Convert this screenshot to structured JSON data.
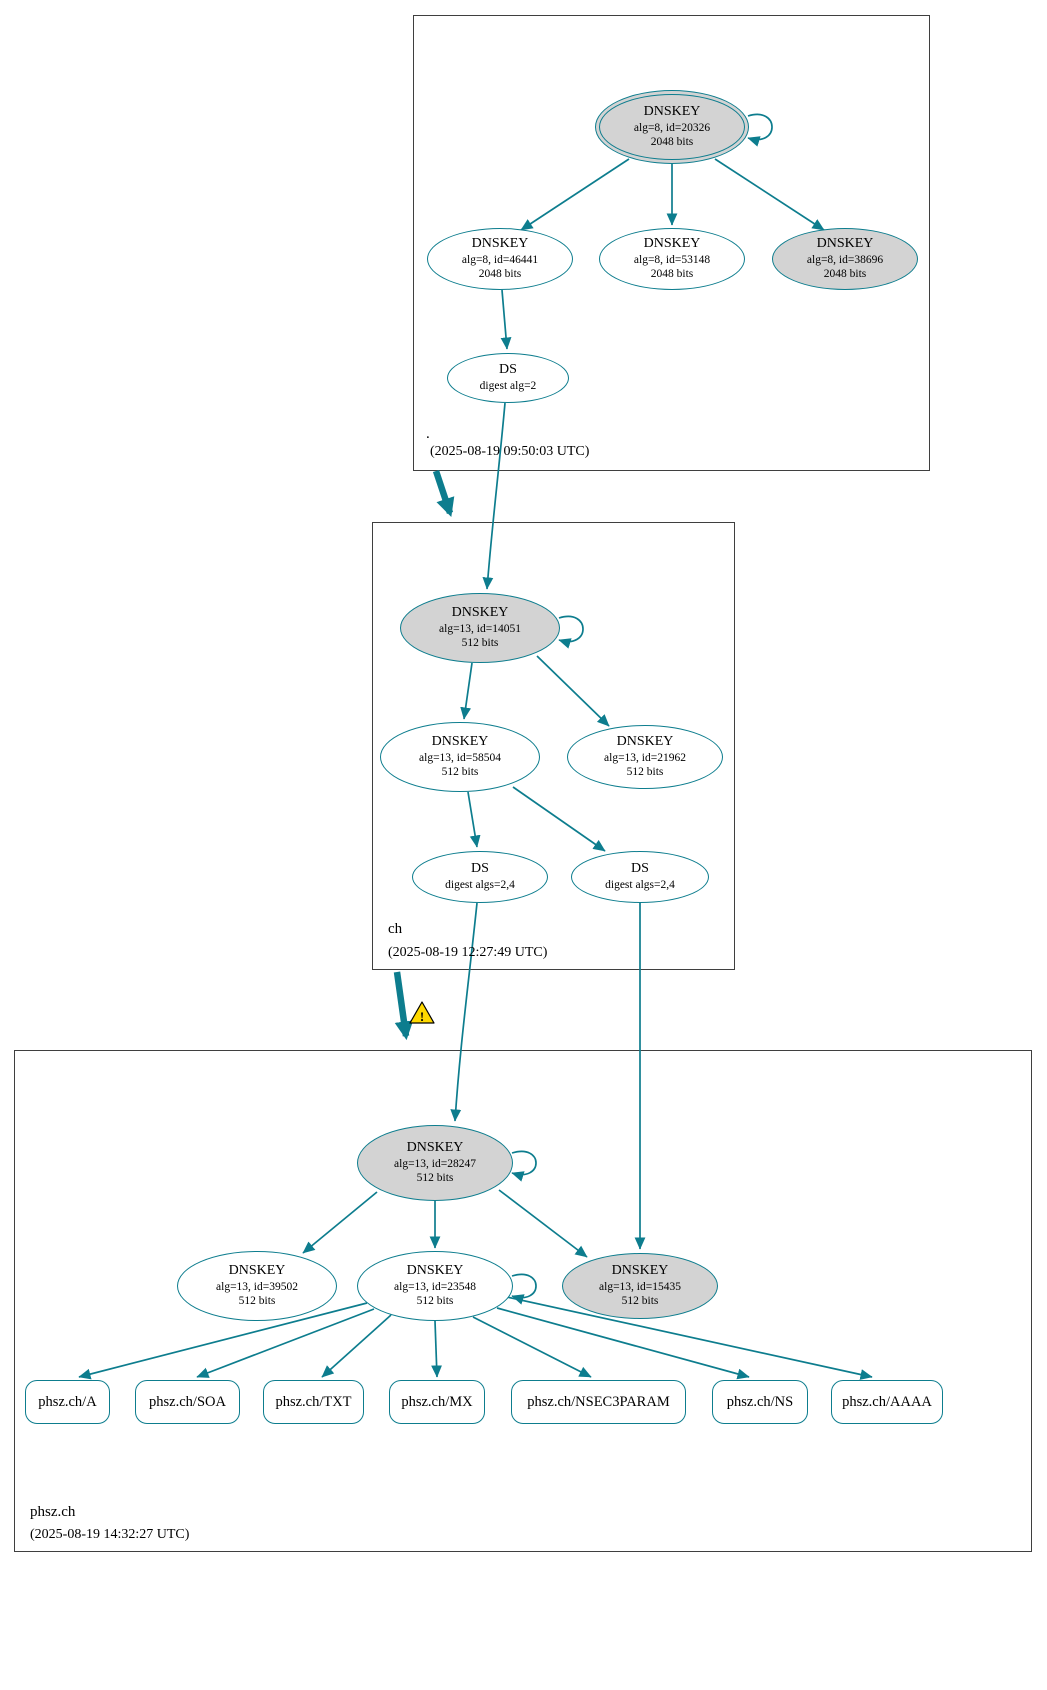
{
  "colors": {
    "edge": "#0d7d8e",
    "sep_key_fill": "#d3d3d3",
    "node_fill": "#ffffff",
    "warning_fill": "#ffd900",
    "zone_border": "#3f3f3f"
  },
  "warning": {
    "mark": "!"
  },
  "zones": [
    {
      "label": ".",
      "timestamp": "(2025-08-19 09:50:03 UTC)",
      "keys": [
        {
          "title": "DNSKEY",
          "meta": "alg=8, id=20326",
          "bits": "2048 bits"
        },
        {
          "title": "DNSKEY",
          "meta": "alg=8, id=46441",
          "bits": "2048 bits"
        },
        {
          "title": "DNSKEY",
          "meta": "alg=8, id=53148",
          "bits": "2048 bits"
        },
        {
          "title": "DNSKEY",
          "meta": "alg=8, id=38696",
          "bits": "2048 bits"
        }
      ],
      "ds": [
        {
          "title": "DS",
          "meta": "digest alg=2"
        }
      ]
    },
    {
      "label": "ch",
      "timestamp": "(2025-08-19 12:27:49 UTC)",
      "keys": [
        {
          "title": "DNSKEY",
          "meta": "alg=13, id=14051",
          "bits": "512 bits"
        },
        {
          "title": "DNSKEY",
          "meta": "alg=13, id=58504",
          "bits": "512 bits"
        },
        {
          "title": "DNSKEY",
          "meta": "alg=13, id=21962",
          "bits": "512 bits"
        }
      ],
      "ds": [
        {
          "title": "DS",
          "meta": "digest algs=2,4"
        },
        {
          "title": "DS",
          "meta": "digest algs=2,4"
        }
      ]
    },
    {
      "label": "phsz.ch",
      "timestamp": "(2025-08-19 14:32:27 UTC)",
      "keys": [
        {
          "title": "DNSKEY",
          "meta": "alg=13, id=28247",
          "bits": "512 bits"
        },
        {
          "title": "DNSKEY",
          "meta": "alg=13, id=39502",
          "bits": "512 bits"
        },
        {
          "title": "DNSKEY",
          "meta": "alg=13, id=23548",
          "bits": "512 bits"
        },
        {
          "title": "DNSKEY",
          "meta": "alg=13, id=15435",
          "bits": "512 bits"
        }
      ],
      "rrsets": [
        {
          "label": "phsz.ch/A"
        },
        {
          "label": "phsz.ch/SOA"
        },
        {
          "label": "phsz.ch/TXT"
        },
        {
          "label": "phsz.ch/MX"
        },
        {
          "label": "phsz.ch/NSEC3PARAM"
        },
        {
          "label": "phsz.ch/NS"
        },
        {
          "label": "phsz.ch/AAAA"
        }
      ]
    }
  ]
}
